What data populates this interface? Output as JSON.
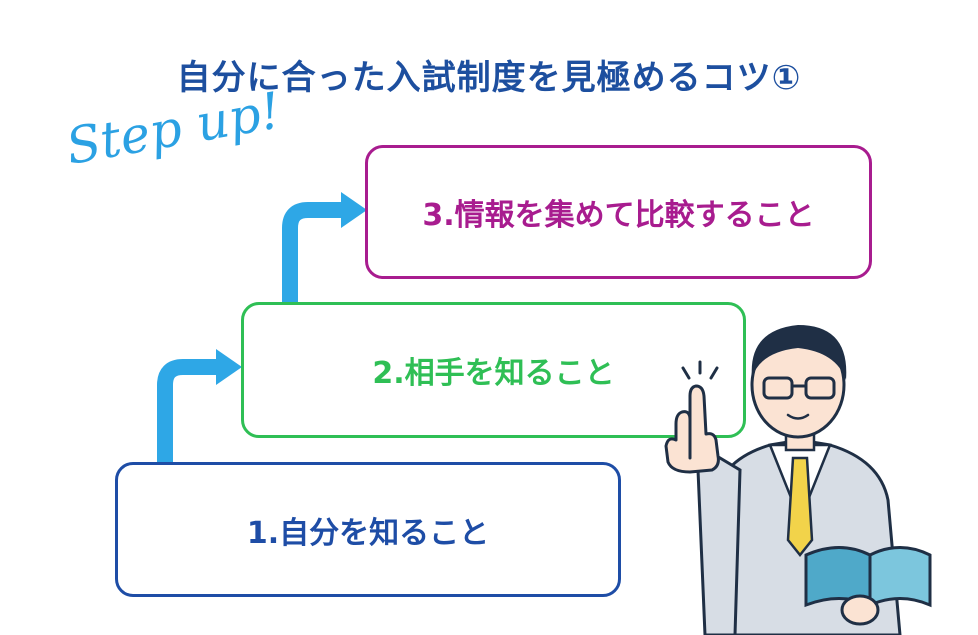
{
  "title": "自分に合った入試制度を見極めるコツ①",
  "step_up": "Step up!",
  "steps": [
    {
      "label": "1.自分を知ること",
      "color": "#1e4da6"
    },
    {
      "label": "2.相手を知ること",
      "color": "#2fbf55"
    },
    {
      "label": "3.情報を集めて比較すること",
      "color": "#a81c8f"
    }
  ],
  "arrow_color": "#2ea7e6",
  "illustration": "teacher-pointing-up-holding-book"
}
